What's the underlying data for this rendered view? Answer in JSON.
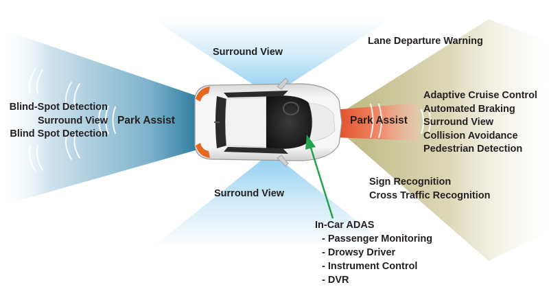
{
  "zones": {
    "rear": {
      "label": "Park Assist",
      "features": [
        "Blind-Spot Detection",
        "Surround View",
        "Blind Spot Detection"
      ]
    },
    "front": {
      "label": "Park Assist",
      "features": [
        "Adaptive Cruise Control",
        "Automated Braking",
        "Surround View",
        "Collision Avoidance",
        "Pedestrian Detection"
      ]
    },
    "top": {
      "label": "Surround View"
    },
    "bottom": {
      "label": "Surround View"
    },
    "front_left": {
      "label": "Lane Departure Warning"
    },
    "front_right": {
      "features": [
        "Sign Recognition",
        "Cross Traffic Recognition"
      ]
    }
  },
  "in_car": {
    "title": "In-Car ADAS",
    "items": [
      "- Passenger Monitoring",
      "- Drowsy Driver",
      "- Instrument Control",
      "- DVR"
    ]
  },
  "colors": {
    "rear_beam": "#3d86a8",
    "side_beam": "#7fc7ec",
    "front_beam": "#e5502a",
    "cone_tan": "#b9b27a",
    "pointer": "#22a24a",
    "text": "#231f20"
  }
}
